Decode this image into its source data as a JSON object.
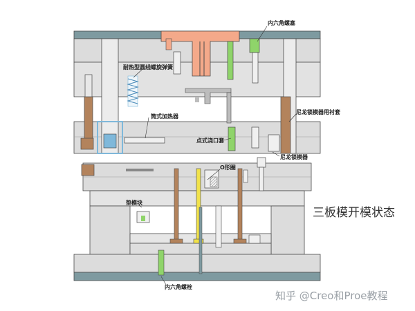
{
  "labels": {
    "hex_plug": "内六角螺塞",
    "heat_spring": "耐热型圆线螺旋弹簧",
    "cartridge_heater": "筒式加热器",
    "point_gate_sleeve": "点式浇口套",
    "nylon_lock_sleeve": "尼龙锁模器用衬套",
    "nylon_lock": "尼龙锁模器",
    "o_ring": "O形圈",
    "spacer_block": "垫模块",
    "hex_bolt": "内六角螺栓"
  },
  "state_title": "三板模开模状态",
  "watermark": "知乎 @Creo和Proe教程",
  "colors": {
    "plate": "#dcdcdc",
    "plate_dark": "#c8c8c8",
    "outline": "#4a4a4a",
    "clamp_plate": "#7e9aa0",
    "sprue_orange": "#f4a98a",
    "ejector_brown": "#b3835c",
    "green_part": "#8fd46a",
    "yellow_pin": "#f1e24a",
    "spring_blue": "#7fb8da"
  },
  "icons": {
    "ring": "o-ring-icon",
    "spring": "spring-icon"
  }
}
